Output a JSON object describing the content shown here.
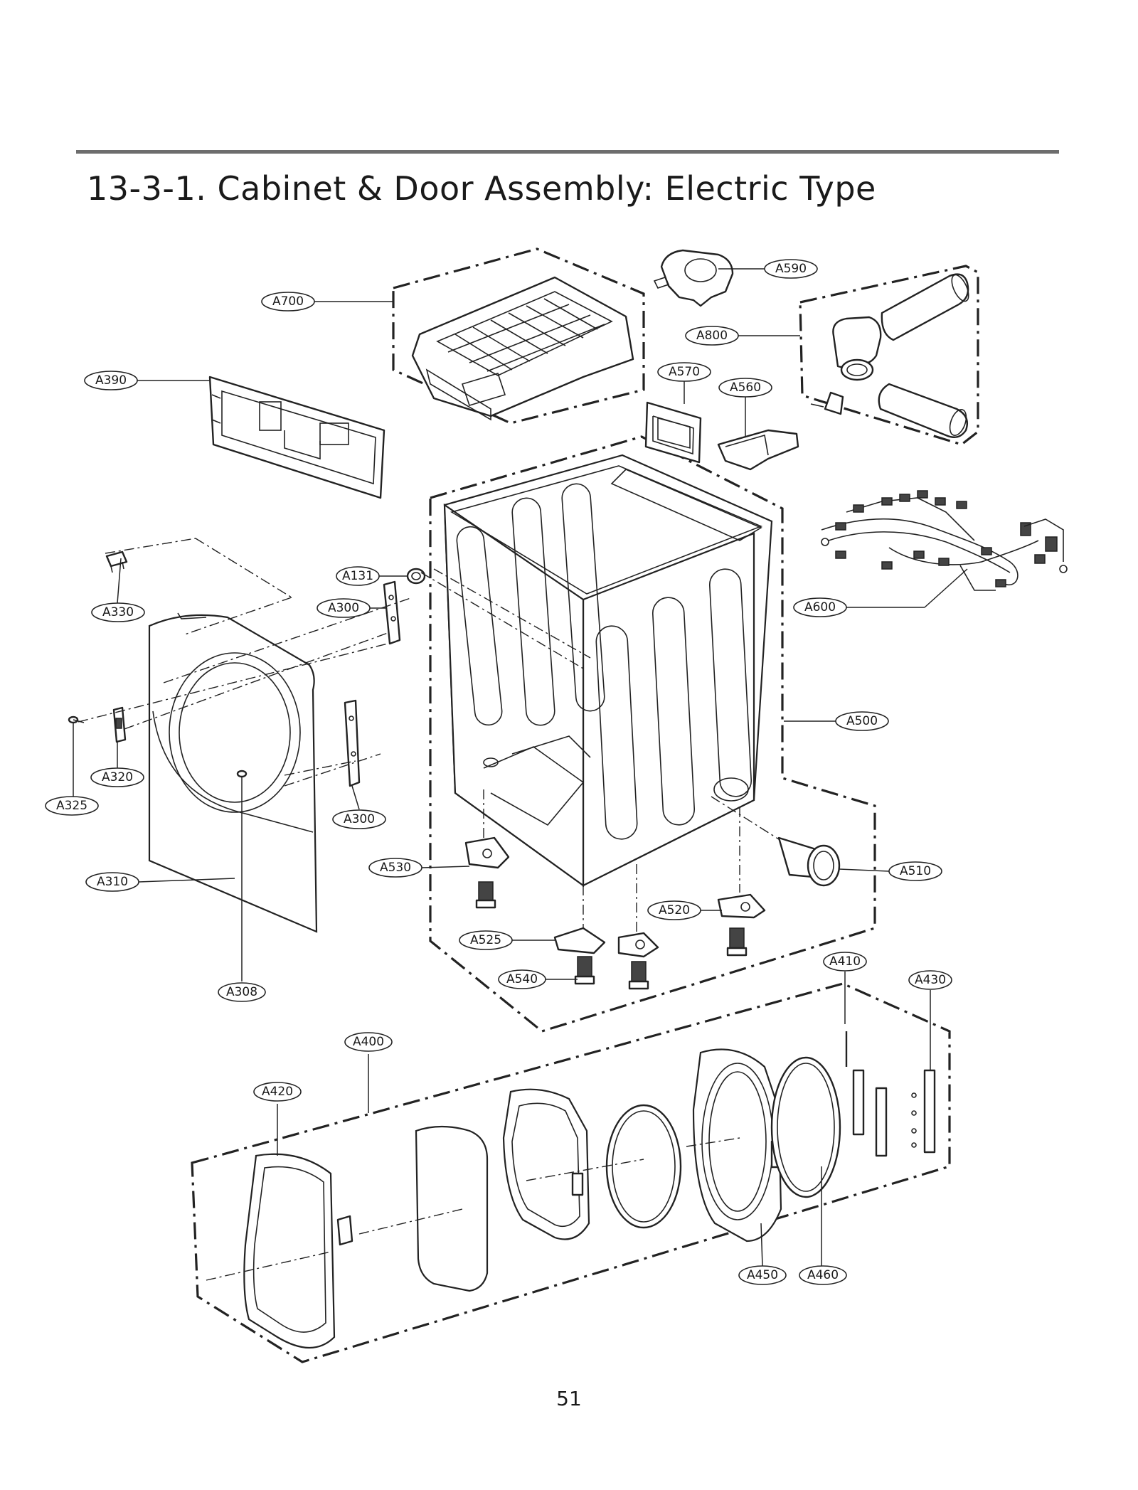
{
  "page": {
    "title": "13-3-1. Cabinet & Door Assembly: Electric Type",
    "page_number": "51"
  },
  "parts": [
    {
      "code": "A700"
    },
    {
      "code": "A590"
    },
    {
      "code": "A800"
    },
    {
      "code": "A390"
    },
    {
      "code": "A570"
    },
    {
      "code": "A560"
    },
    {
      "code": "A330"
    },
    {
      "code": "A131"
    },
    {
      "code": "A300"
    },
    {
      "code": "A600"
    },
    {
      "code": "A500"
    },
    {
      "code": "A320"
    },
    {
      "code": "A325"
    },
    {
      "code": "A300"
    },
    {
      "code": "A530"
    },
    {
      "code": "A510"
    },
    {
      "code": "A310"
    },
    {
      "code": "A520"
    },
    {
      "code": "A525"
    },
    {
      "code": "A410"
    },
    {
      "code": "A430"
    },
    {
      "code": "A540"
    },
    {
      "code": "A308"
    },
    {
      "code": "A400"
    },
    {
      "code": "A420"
    },
    {
      "code": "A450"
    },
    {
      "code": "A460"
    }
  ]
}
